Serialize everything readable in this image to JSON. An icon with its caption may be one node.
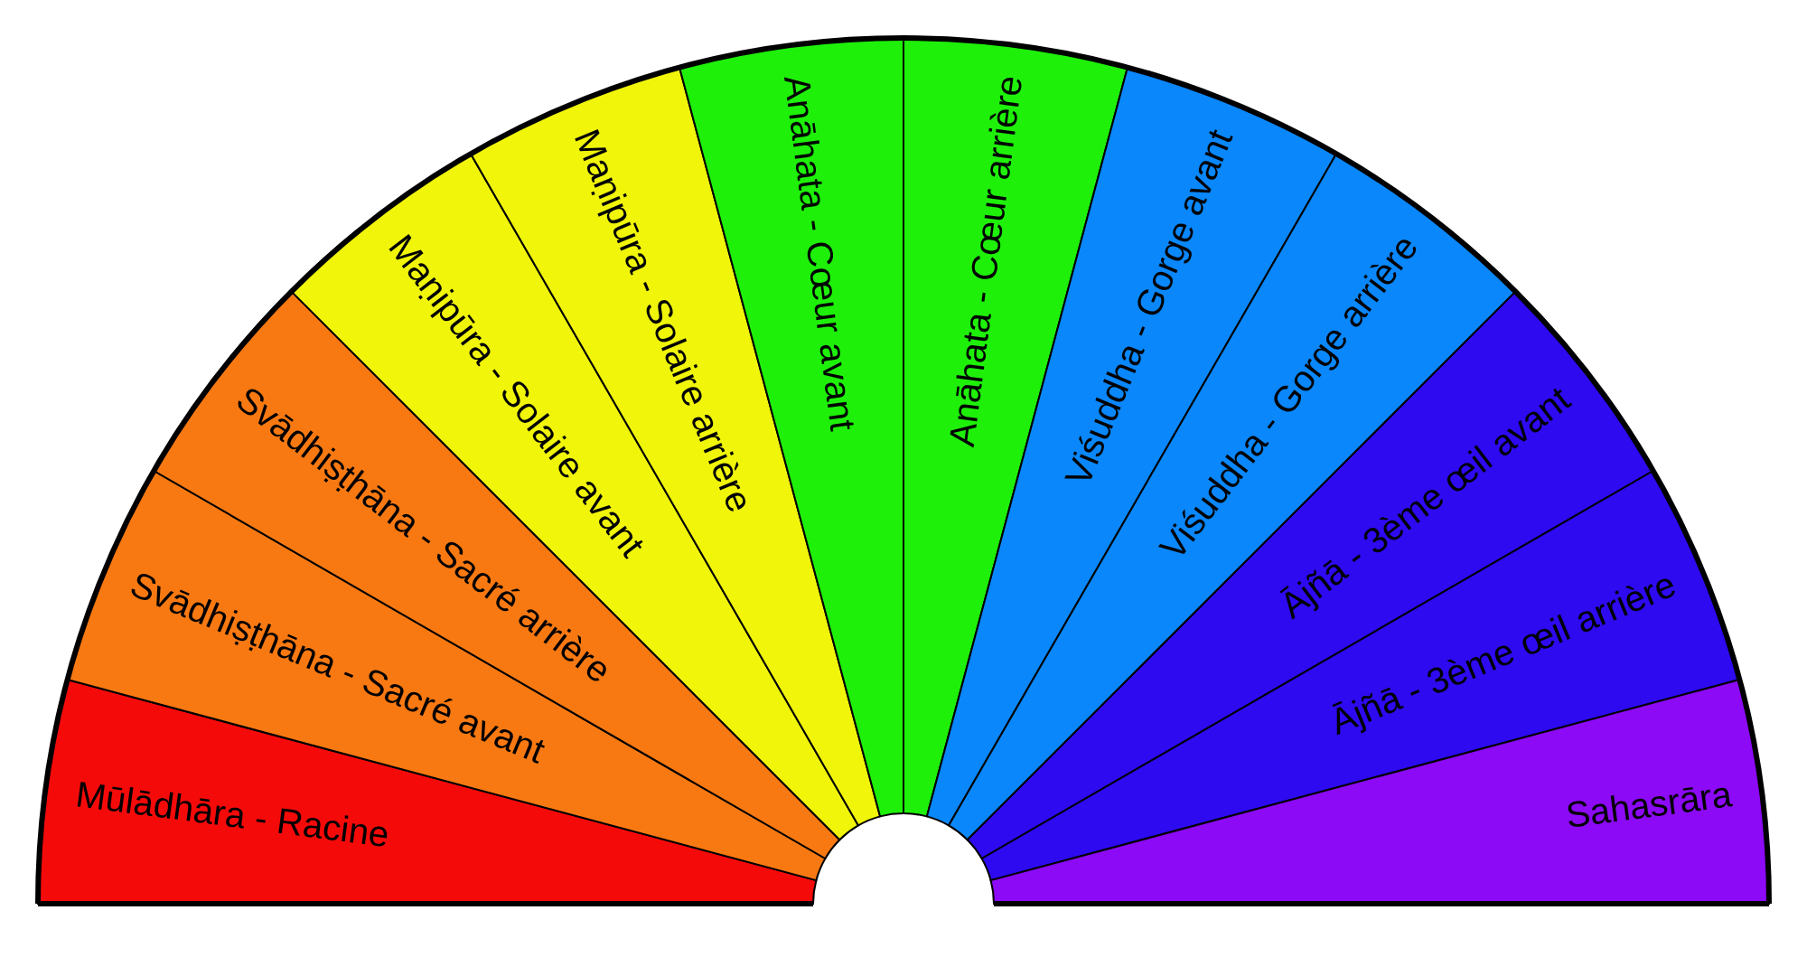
{
  "diagram": {
    "nodes": [
      {
        "text": [
          "Mūlādhāra - Racine"
        ]
      },
      {
        "text": [
          "Svādhiṣṭhāna - Sacré avant"
        ]
      },
      {
        "text": [
          "Svādhiṣṭhāna - Sacré arrière"
        ]
      },
      {
        "text": [
          "Maṇipūra - Solaire avant"
        ]
      },
      {
        "text": [
          "Maṇipūra - Solaire arrière"
        ]
      },
      {
        "text": [
          "Anāhata - Cœur avant"
        ]
      },
      {
        "text": [
          "Anāhata - Cœur arrière"
        ]
      },
      {
        "text": [
          "Viśuddha - Gorge avant"
        ]
      },
      {
        "text": [
          "Viśuddha - Gorge arrière"
        ]
      },
      {
        "text": [
          "Ājñā - 3ème œil avant"
        ]
      },
      {
        "text": [
          "Ājñā - 3ème œil arrière"
        ]
      },
      {
        "text": [
          "Sahasrāra"
        ]
      }
    ]
  }
}
